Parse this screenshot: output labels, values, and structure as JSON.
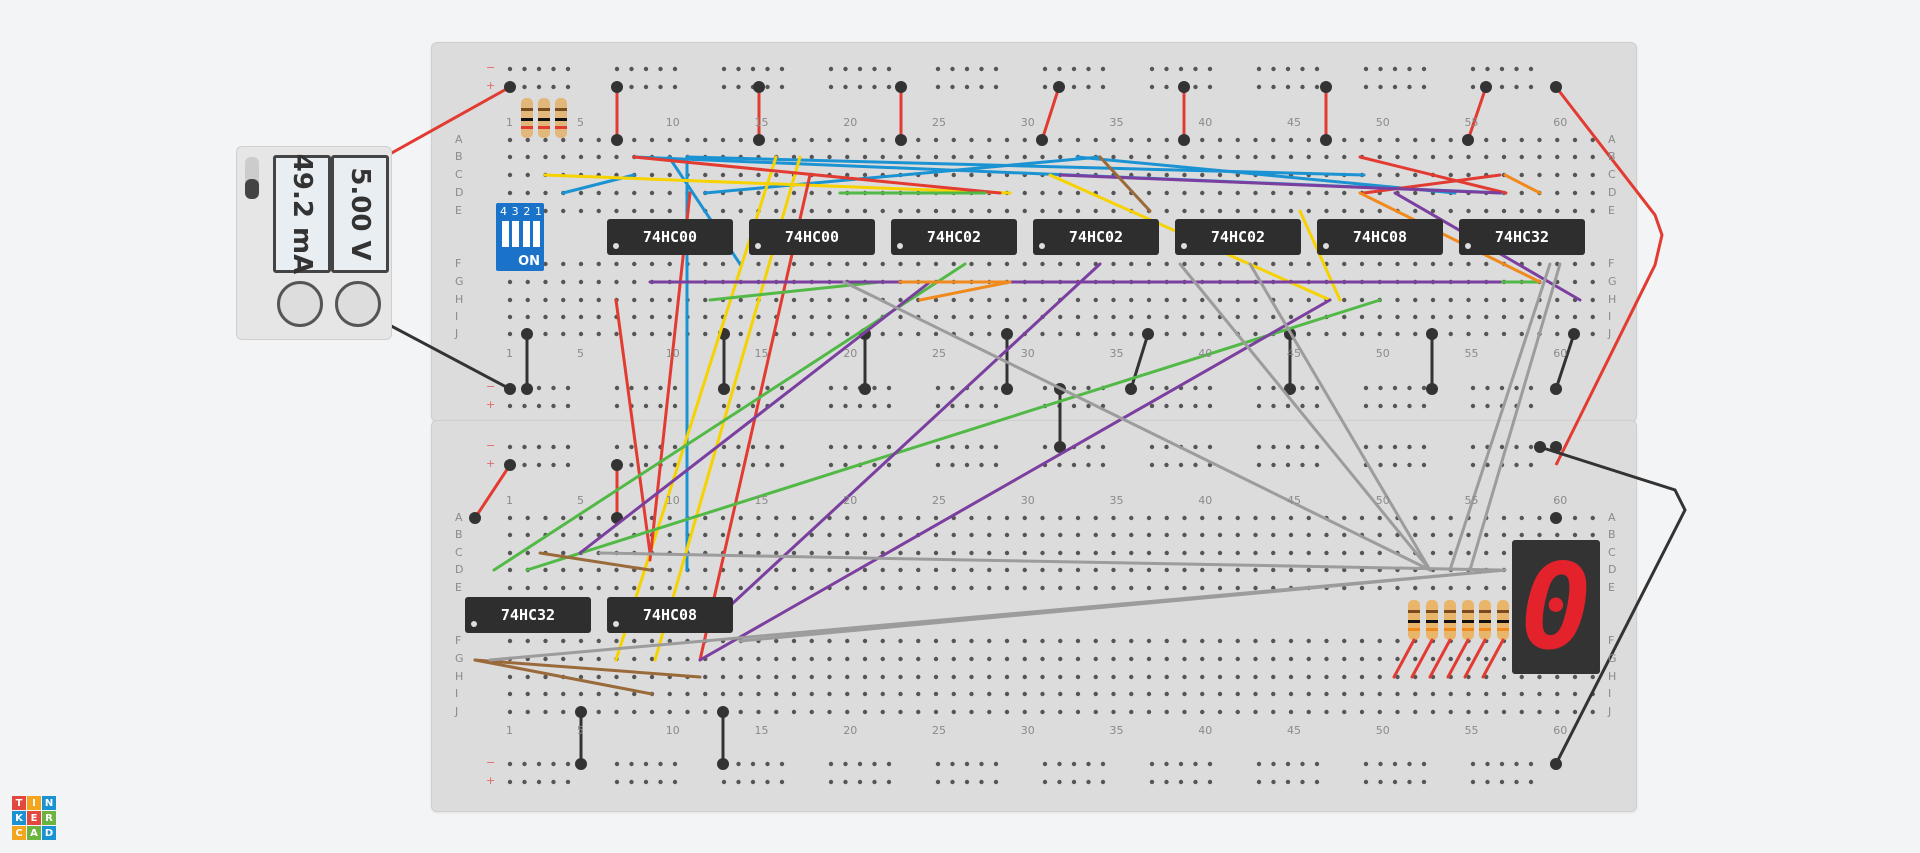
{
  "app": {
    "logo_letters": [
      "T",
      "I",
      "N",
      "K",
      "E",
      "R",
      "C",
      "A",
      "D"
    ],
    "logo_colors": [
      "#e2483d",
      "#f2a51d",
      "#1b93d3",
      "#1b93d3",
      "#e2483d",
      "#6cb43f",
      "#f2a51d",
      "#6cb43f",
      "#1b93d3"
    ]
  },
  "power_supply": {
    "voltage": "5.00 V",
    "current": "49.2 mA"
  },
  "dip_switch": {
    "label": "ON",
    "numbers": [
      "1",
      "2",
      "3",
      "4"
    ]
  },
  "chips_top": [
    {
      "label": "74HC00"
    },
    {
      "label": "74HC00"
    },
    {
      "label": "74HC02"
    },
    {
      "label": "74HC02"
    },
    {
      "label": "74HC02"
    },
    {
      "label": "74HC08"
    },
    {
      "label": "74HC32"
    }
  ],
  "chips_bottom": [
    {
      "label": "74HC32"
    },
    {
      "label": "74HC08"
    }
  ],
  "column_numbers": [
    "1",
    "5",
    "10",
    "15",
    "20",
    "25",
    "30",
    "35",
    "40",
    "45",
    "50",
    "55",
    "60"
  ],
  "row_letters_top": [
    "A",
    "B",
    "C",
    "D",
    "E"
  ],
  "row_letters_bottom": [
    "F",
    "G",
    "H",
    "I",
    "J"
  ],
  "rail_signs": {
    "minus": "−",
    "plus": "+"
  },
  "seven_segment": {
    "digit": "0"
  },
  "colors": {
    "red": "#e23b32",
    "blue": "#1b93d3",
    "yellow": "#f5d200",
    "green": "#52b947",
    "purple": "#7b3fa0",
    "orange": "#f08a1c",
    "brown": "#9a6a3a",
    "gray": "#9c9c9c",
    "black": "#333333"
  }
}
